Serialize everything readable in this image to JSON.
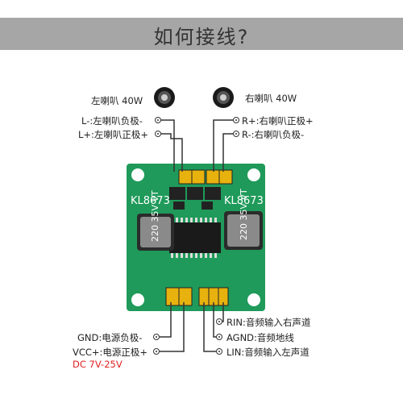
{
  "title": "如何接线?",
  "speakers": {
    "left": "左喇叭 40W",
    "right": "右喇叭 40W"
  },
  "output_terms": {
    "l_minus": "L-:左喇叭负极-",
    "l_plus": "L+:左喇叭正极+",
    "r_plus": "R+:右喇叭正极+",
    "r_minus": "R-:右喇叭负极-"
  },
  "board": {
    "chip_left": "KL8673",
    "chip_right": "KL8673",
    "cap_left": [
      "220",
      "35V",
      "VT"
    ],
    "cap_right": [
      "220",
      "35V",
      "VT"
    ]
  },
  "input_terms": {
    "gnd": "GND:电源负极-",
    "vcc": "VCC+:电源正极+",
    "dc": "DC 7V-25V",
    "rin": "RIN:音频输入右声道",
    "agnd": "AGND:音频地线",
    "lin": "LIN:音频输入左声道"
  },
  "colors": {
    "banner": "#a6a6a6",
    "pcb": "#1f9a5a",
    "accent_red": "#e02020"
  }
}
